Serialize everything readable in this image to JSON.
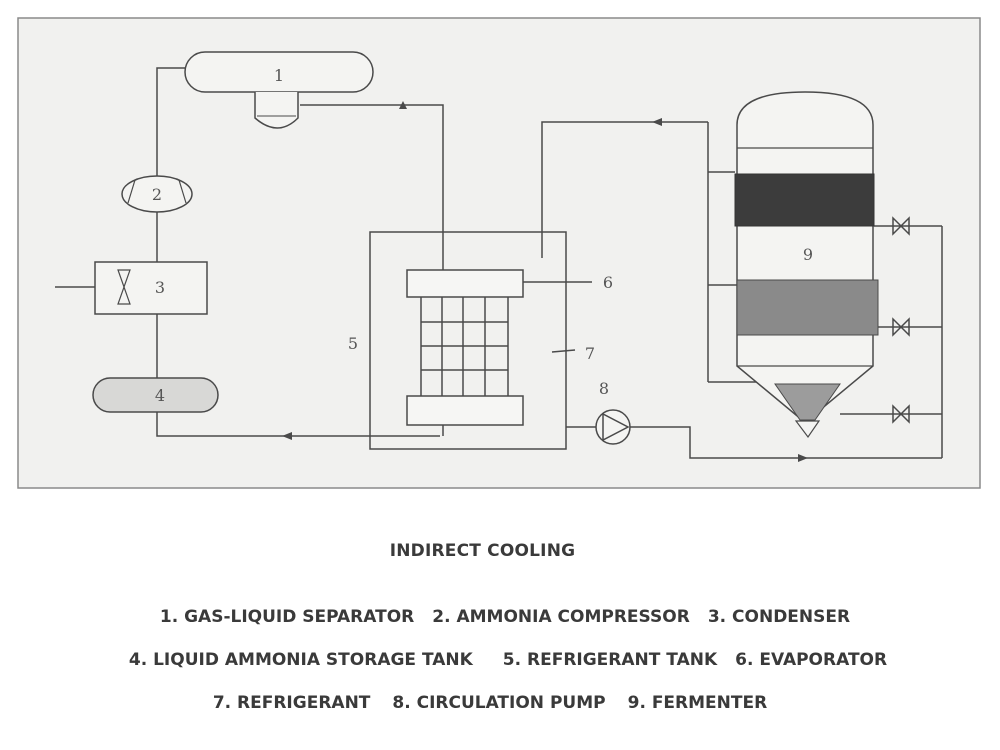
{
  "diagram": {
    "component_numbers": [
      "1",
      "2",
      "3",
      "4",
      "5",
      "6",
      "7",
      "8",
      "9"
    ]
  },
  "caption": {
    "title": "INDIRECT COOLING",
    "legend": [
      [
        "1. GAS-LIQUID SEPARATOR",
        "2. AMMONIA COMPRESSOR",
        "3. CONDENSER"
      ],
      [
        "4. LIQUID AMMONIA STORAGE TANK",
        "5. REFRIGERANT TANK",
        "6. EVAPORATOR"
      ],
      [
        "7. REFRIGERANT",
        "8.  CIRCULATION PUMP",
        "9. FERMENTER"
      ]
    ]
  },
  "colors": {
    "panel_background": "#f1f1ef",
    "line": "#4a4a4a",
    "text": "#3a3a3a",
    "fermenter_dark_band": "#3c3c3c",
    "fermenter_mid_band": "#8a8a8a",
    "fermenter_cone": "#9c9c9c"
  }
}
